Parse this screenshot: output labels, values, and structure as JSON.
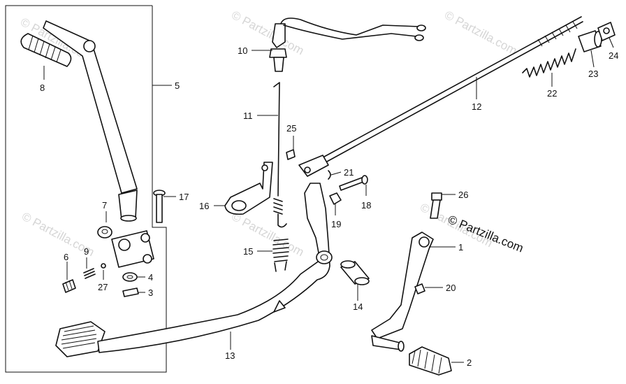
{
  "watermark": "© Partzilla.com",
  "copyright": "© Partzilla.com",
  "callouts": {
    "p1": "1",
    "p2": "2",
    "p3": "3",
    "p4": "4",
    "p5": "5",
    "p6": "6",
    "p7": "7",
    "p8": "8",
    "p9": "9",
    "p10": "10",
    "p11": "11",
    "p12": "12",
    "p13": "13",
    "p14": "14",
    "p15": "15",
    "p16": "16",
    "p17": "17",
    "p18": "18",
    "p19": "19",
    "p20": "20",
    "p21": "21",
    "p22": "22",
    "p23": "23",
    "p24": "24",
    "p25": "25",
    "p26": "26",
    "p27": "27"
  }
}
